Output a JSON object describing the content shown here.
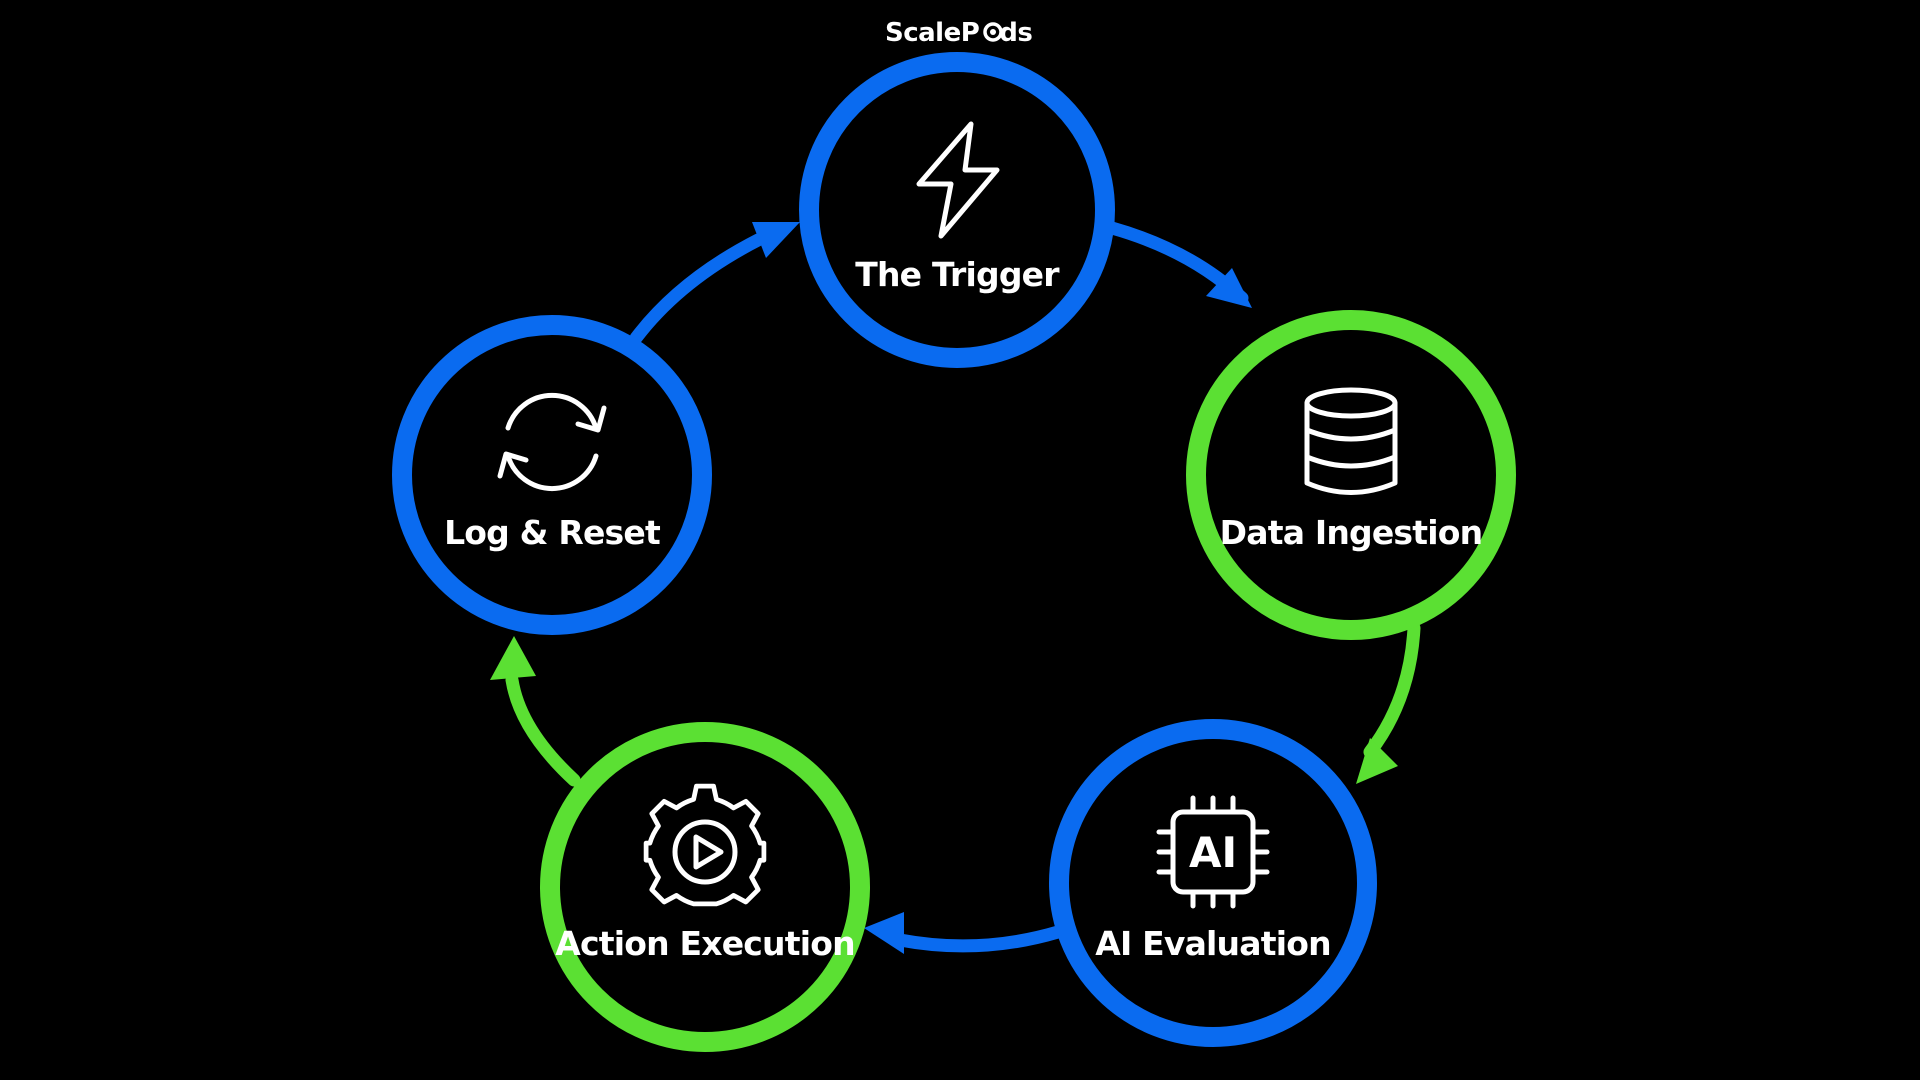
{
  "brand": {
    "name_start": "Scale",
    "name_middle_letter": "P",
    "name_end": "ds",
    "icon": "gear-o-icon"
  },
  "colors": {
    "background": "#000000",
    "blue": "#0A6BF0",
    "green": "#5BE033",
    "text": "#ffffff"
  },
  "nodes": [
    {
      "id": "trigger",
      "label": "The Trigger",
      "icon": "lightning-bolt-icon",
      "ring_color": "blue"
    },
    {
      "id": "data-ingestion",
      "label": "Data Ingestion",
      "icon": "database-icon",
      "ring_color": "green"
    },
    {
      "id": "ai-evaluation",
      "label": "AI Evaluation",
      "icon": "ai-chip-icon",
      "icon_text": "AI",
      "ring_color": "blue"
    },
    {
      "id": "action-execution",
      "label": "Action Execution",
      "icon": "gear-play-icon",
      "ring_color": "green"
    },
    {
      "id": "log-reset",
      "label": "Log & Reset",
      "icon": "refresh-cycle-icon",
      "ring_color": "blue"
    }
  ],
  "edges": [
    {
      "from": "trigger",
      "to": "data-ingestion",
      "color": "blue"
    },
    {
      "from": "data-ingestion",
      "to": "ai-evaluation",
      "color": "green"
    },
    {
      "from": "ai-evaluation",
      "to": "action-execution",
      "color": "blue"
    },
    {
      "from": "action-execution",
      "to": "log-reset",
      "color": "green"
    },
    {
      "from": "log-reset",
      "to": "trigger",
      "color": "blue"
    }
  ]
}
